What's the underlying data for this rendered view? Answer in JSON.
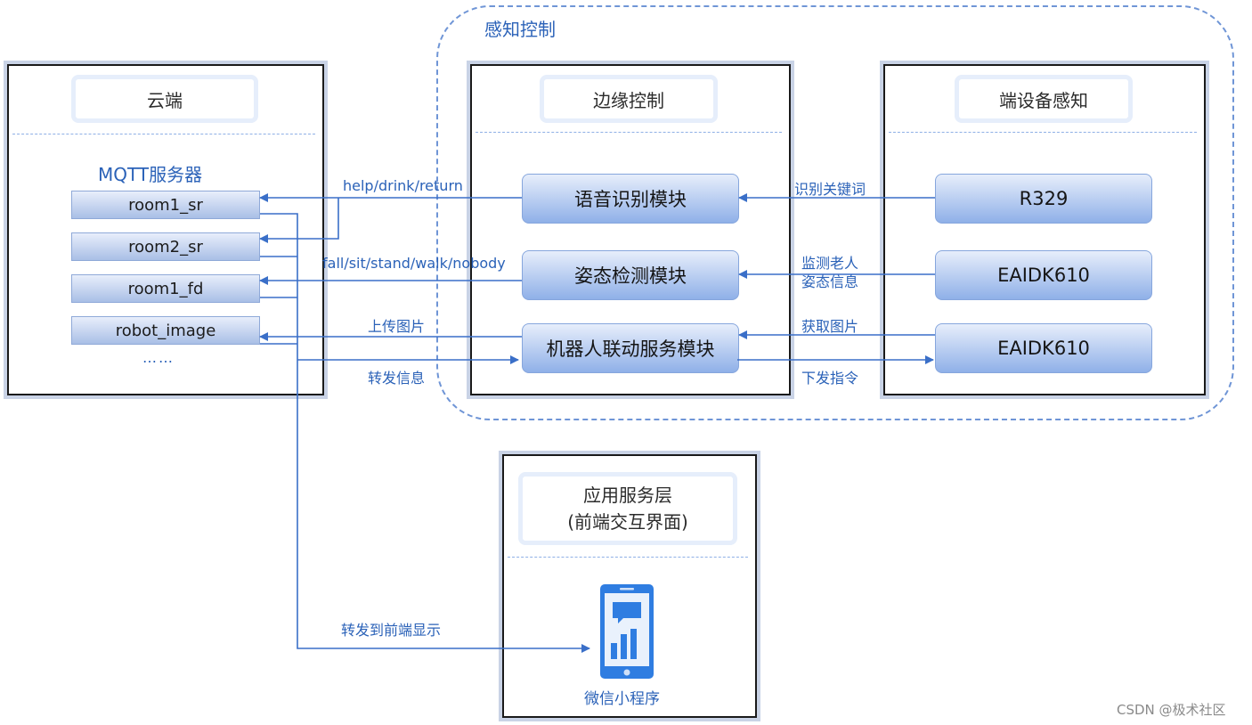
{
  "perception_group": {
    "title": "感知控制"
  },
  "cloud": {
    "title": "云端",
    "server_label": "MQTT服务器",
    "topics": [
      "room1_sr",
      "room2_sr",
      "room1_fd",
      "robot_image"
    ],
    "more": "……"
  },
  "edge": {
    "title": "边缘控制",
    "modules": [
      "语音识别模块",
      "姿态检测模块",
      "机器人联动服务模块"
    ]
  },
  "device": {
    "title": "端设备感知",
    "devices": [
      "R329",
      "EAIDK610",
      "EAIDK610"
    ]
  },
  "app": {
    "title_line1": "应用服务层",
    "title_line2": "(前端交互界面)",
    "miniprogram_label": "微信小程序"
  },
  "edge_labels": {
    "voice_to_cloud": "help/drink/return",
    "pose_to_cloud": "fall/sit/stand/walk/nobody",
    "upload_image": "上传图片",
    "forward_info": "转发信息",
    "recognize_keywords": "识别关键词",
    "monitor_line1": "监测老人",
    "monitor_line2": "姿态信息",
    "get_image": "获取图片",
    "send_command": "下发指令",
    "forward_to_frontend": "转发到前端显示"
  },
  "watermark": "CSDN @极术社区",
  "colors": {
    "accent": "#2b62b8",
    "module_fill": "#8fb0e8",
    "panel_border": "#1a1a1a"
  }
}
